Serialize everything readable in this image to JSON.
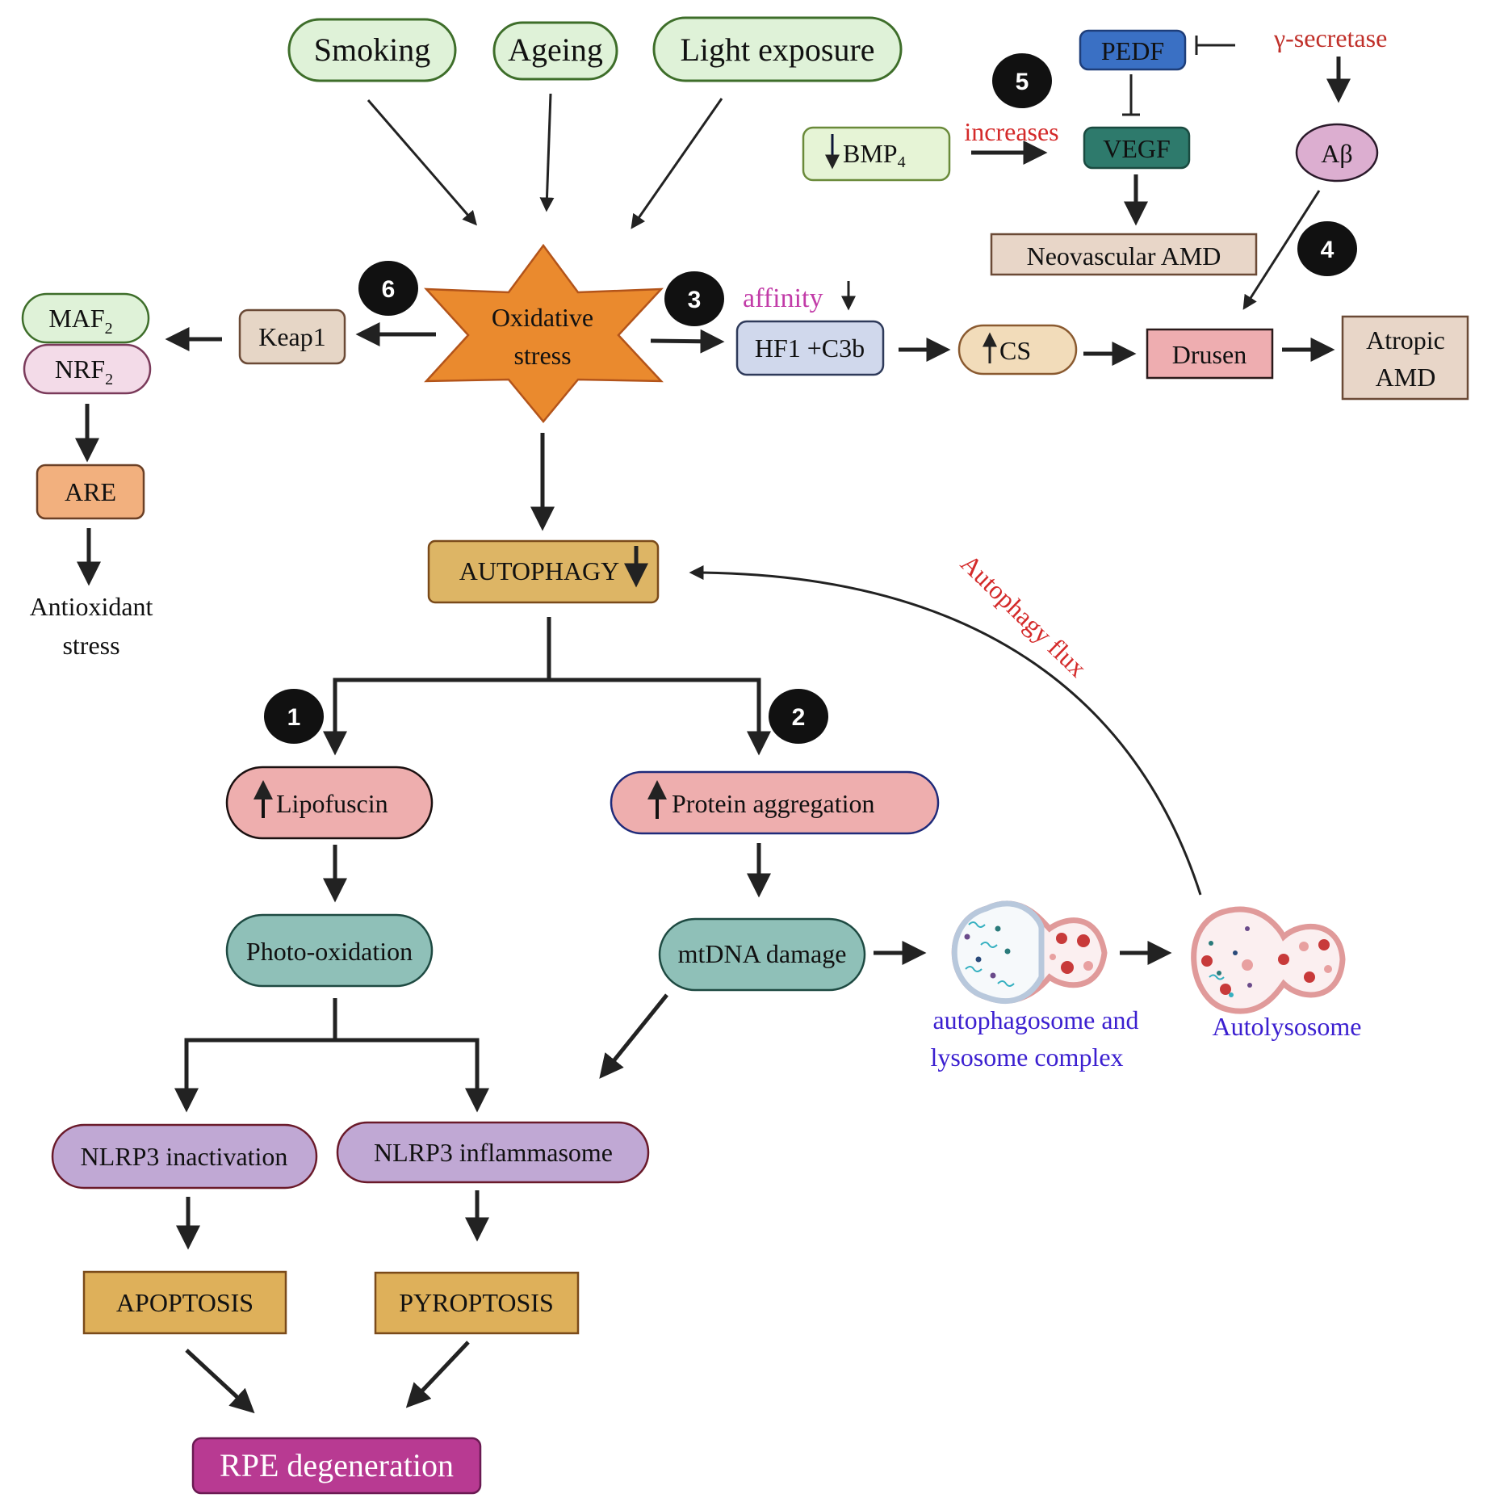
{
  "title": "Oxidative stress and autophagy pathways in AMD / RPE degeneration",
  "colors": {
    "trigger_fill": "#dff2d8",
    "trigger_stroke": "#3e6e2a",
    "star_fill": "#ea8a2e",
    "star_stroke": "#b3541a",
    "pedf_fill": "#3a70c4",
    "vegf_fill": "#2e7a6c",
    "abeta_fill": "#dcaed0",
    "beige_fill": "#e8d6c8",
    "drusen_fill": "#eeadb0",
    "cs_fill": "#f2dcba",
    "hf1_fill": "#d0d8ec",
    "autophagy_fill": "#ddb565",
    "pink_pill_fill": "#eeaeae",
    "teal_pill_fill": "#8fc0b8",
    "lavender_pill_fill": "#c0a8d4",
    "death_box_fill": "#deb05a",
    "rpe_fill": "#b83a92",
    "red_text": "#d42a2a",
    "magenta_text": "#c23ca8",
    "blue_text": "#3b1fd0",
    "badge_fill": "#111111"
  },
  "triggers": [
    "Smoking",
    "Ageing",
    "Light exposure"
  ],
  "center": {
    "line1": "Oxidative",
    "line2": "stress"
  },
  "badges": [
    "1",
    "2",
    "3",
    "4",
    "5",
    "6"
  ],
  "nrf_pathway": {
    "keap1": "Keap1",
    "maf2": {
      "base": "MAF",
      "sub": "2"
    },
    "nrf2": {
      "base": "NRF",
      "sub": "2"
    },
    "are": "ARE",
    "outcome_line1": "Antioxidant",
    "outcome_line2": "stress"
  },
  "vegf_pathway": {
    "bmp4": {
      "base": "BMP",
      "sub": "4",
      "direction": "down"
    },
    "increases_label": "increases",
    "pedf": "PEDF",
    "vegf": "VEGF",
    "gamma_secretase": "γ-secretase",
    "abeta": "Aβ",
    "neovascular": "Neovascular AMD"
  },
  "complement_pathway": {
    "affinity_label": "affinity",
    "affinity_direction": "down",
    "hf1": "HF1 +C3b",
    "cs": {
      "label": "CS",
      "direction": "up"
    },
    "drusen": "Drusen",
    "atropic_line1": "Atropic",
    "atropic_line2": "AMD"
  },
  "autophagy": {
    "label": "AUTOPHAGY",
    "direction": "down",
    "flux_label": "Autophagy flux"
  },
  "branch_left": {
    "lipofuscin": {
      "label": "Lipofuscin",
      "direction": "up"
    },
    "photo_oxidation": "Photo-oxidation",
    "nlrp3_inactivation": "NLRP3 inactivation",
    "apoptosis": "APOPTOSIS"
  },
  "branch_right": {
    "protein_aggregation": {
      "label": "Protein aggregation",
      "direction": "up"
    },
    "mtdna": "mtDNA damage",
    "nlrp3_inflammasome": "NLRP3 inflammasome",
    "pyroptosis": "PYROPTOSIS",
    "complex_line1": "autophagosome and",
    "complex_line2": "lysosome complex",
    "autolysosome": "Autolysosome"
  },
  "final": "RPE degeneration"
}
